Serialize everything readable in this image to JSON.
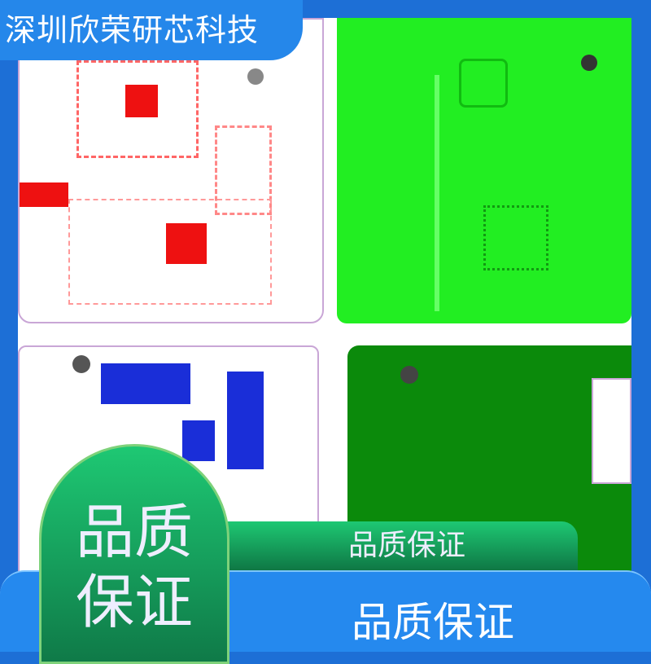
{
  "title": "深圳欣荣研芯科技",
  "arch_text": [
    "品质",
    "保证"
  ],
  "banner_text": "品质保证",
  "bottom_text": "品质保证",
  "colors": {
    "frame_blue": "#1d6fd6",
    "title_blue": "#2587ea",
    "green_badge": "#1ec873",
    "pcb_bright_green": "#22ee22",
    "pcb_dark_green": "#0b8a0b",
    "pcb_red": "#ee1111",
    "pcb_blue": "#1a2ed8"
  }
}
